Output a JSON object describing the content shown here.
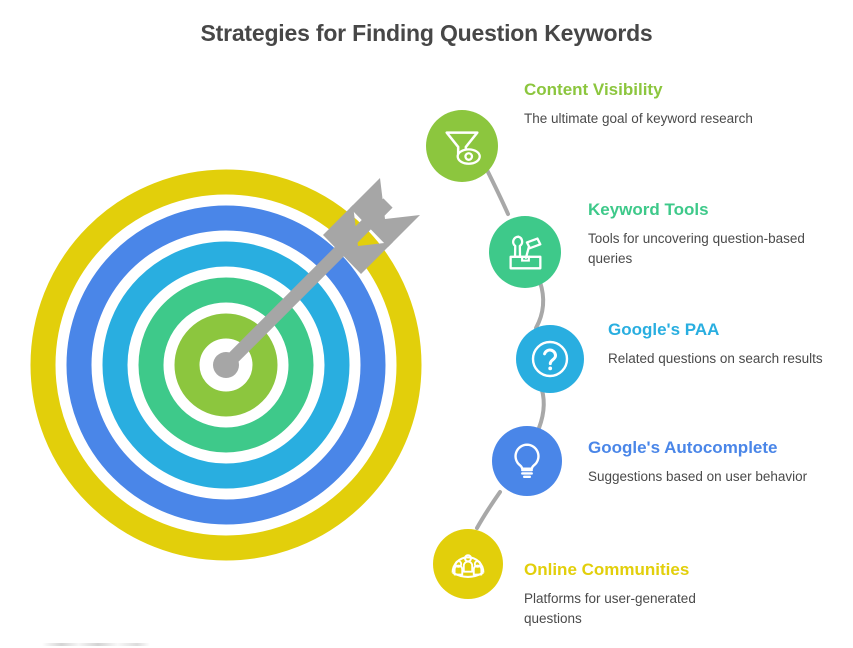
{
  "page": {
    "title": "Strategies for Finding Question Keywords",
    "background_color": "#ffffff",
    "title_color": "#474747"
  },
  "target_graphic": {
    "name": "target-with-arrow",
    "ring_colors_outer_to_inner": [
      "#e2cf0b",
      "#4a86e8",
      "#29aee0",
      "#3ec98a",
      "#8cc63e"
    ],
    "gap_color": "#ffffff",
    "arrow_color": "#a6a6a6",
    "center_dot_color": "#a6a6a6"
  },
  "connector": {
    "color": "#a8a8a8",
    "width": 4
  },
  "items": [
    {
      "id": "content-visibility",
      "title": "Content Visibility",
      "description": "The ultimate goal of keyword research",
      "color": "#8cc63e",
      "icon": "funnel-eye-icon"
    },
    {
      "id": "keyword-tools",
      "title": "Keyword Tools",
      "description": "Tools for uncovering question-based queries",
      "color": "#3ec98a",
      "icon": "toolbox-icon"
    },
    {
      "id": "googles-paa",
      "title": "Google's PAA",
      "description": "Related questions on search results",
      "color": "#29aee0",
      "icon": "question-mark-icon"
    },
    {
      "id": "googles-autocomplete",
      "title": "Google's Autocomplete",
      "description": "Suggestions based on user behavior",
      "color": "#4a86e8",
      "icon": "lightbulb-icon"
    },
    {
      "id": "online-communities",
      "title": "Online Communities",
      "description": "Platforms for user-generated questions",
      "color": "#e2cf0b",
      "icon": "people-group-icon"
    }
  ]
}
